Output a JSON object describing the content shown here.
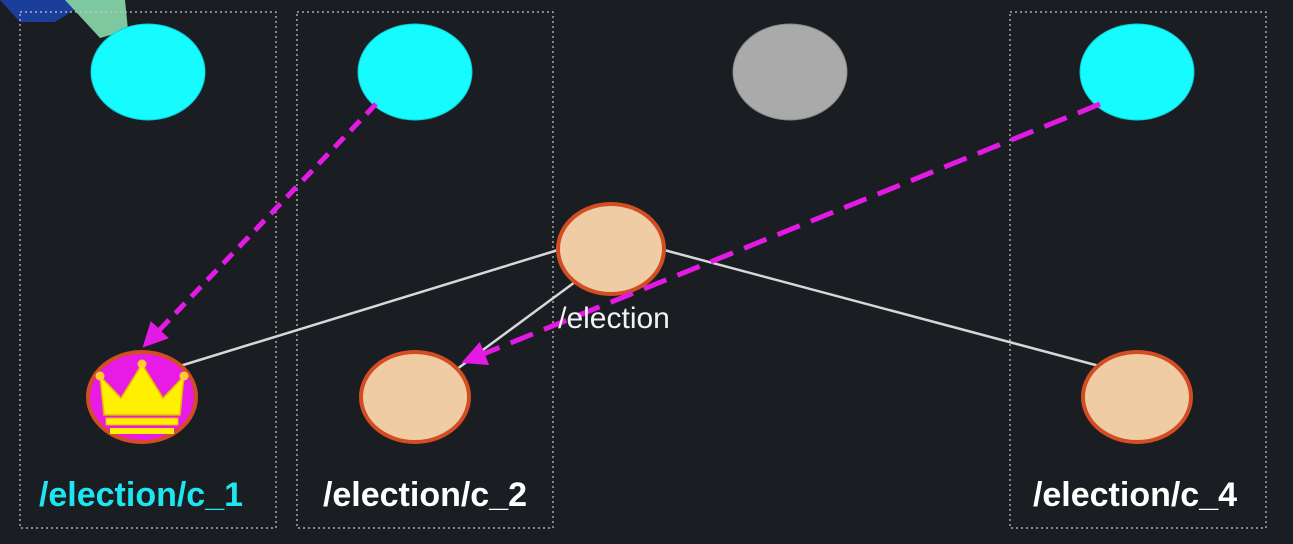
{
  "diagram": {
    "znode_parent": {
      "label": "/election"
    },
    "candidates": [
      {
        "label": "/election/c_1",
        "is_leader": true,
        "icon": "crown-icon"
      },
      {
        "label": "/election/c_2",
        "is_leader": false
      },
      {
        "label": "/election/c_4",
        "is_leader": false
      }
    ],
    "clients": [
      {
        "id": "client-1",
        "status": "active"
      },
      {
        "id": "client-2",
        "status": "active"
      },
      {
        "id": "client-3",
        "status": "inactive"
      },
      {
        "id": "client-4",
        "status": "active"
      }
    ],
    "colors": {
      "background": "#1a1d22",
      "client_active": "#15fbff",
      "client_inactive": "#aaaaaa",
      "znode_fill": "#f0cca4",
      "znode_stroke": "#d24d22",
      "leader_fill": "#e81ae6",
      "crown": "#fff000",
      "watch_arrow": "#e31ae3",
      "tree_edge": "#d7d7d7",
      "leader_label": "#1ee6f0",
      "label": "#ffffff"
    }
  }
}
